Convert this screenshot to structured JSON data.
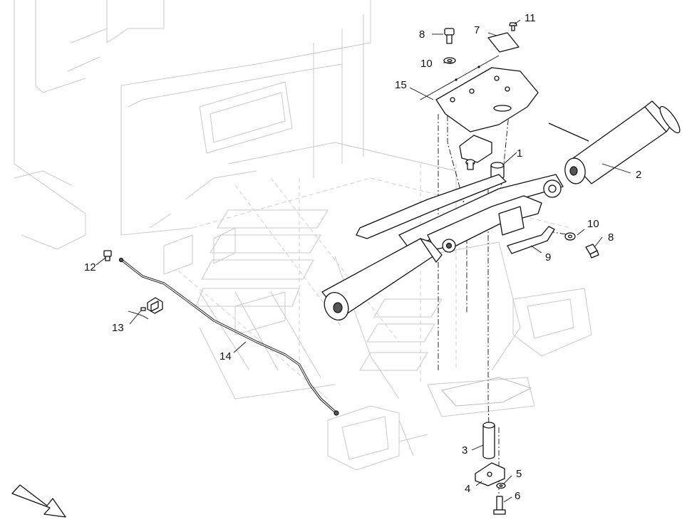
{
  "callouts": {
    "c1": "1",
    "c2": "2",
    "c3": "3",
    "c4": "4",
    "c5": "5",
    "c6": "6",
    "c7": "7",
    "c8a": "8",
    "c8b": "8",
    "c9": "9",
    "c10a": "10",
    "c10b": "10",
    "c11": "11",
    "c12": "12",
    "c13": "13",
    "c14": "14",
    "c15": "15"
  },
  "icons": {
    "direction_arrow": "orientation-arrow-icon"
  }
}
